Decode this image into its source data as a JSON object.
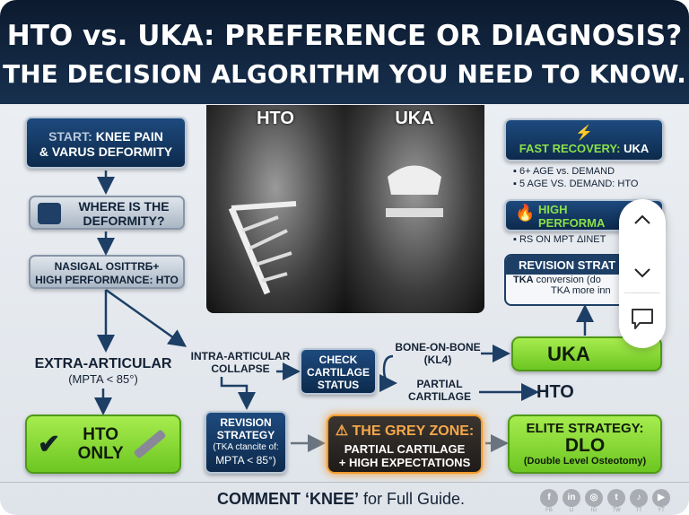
{
  "title": {
    "line1": "HTO vs. UKA: PREFERENCE OR DIAGNOSIS?",
    "line2": "THE DECISION ALGORITHM YOU NEED TO KNOW."
  },
  "xrays": {
    "left": "HTO",
    "right": "UKA"
  },
  "flow": {
    "start_prefix": "START:",
    "start_rest": "KNEE PAIN",
    "start_line2": "& VARUS DEFORMITY",
    "where": "WHERE IS THE DEFORMITY?",
    "nasigal_line1": "NASIGAL OSITTRБ+",
    "nasigal_line2": "HIGH PERFORMANCE: HTO",
    "extra": "EXTRA-ARTICULAR",
    "extra_sub": "(MPTA < 85°)",
    "hto_only": "HTO ONLY",
    "intra": "INTRA-ARTICULAR COLLAPSE",
    "check": "CHECK CARTILAGE STATUS",
    "bone": "BONE-ON-BONE (KL4)",
    "partial": "PARTIAL CARTILAGE",
    "uka": "UKA",
    "hto": "HTO",
    "revision_title": "REVISION STRATEGY",
    "revision_sub1": "(TKA ctancite of:",
    "revision_sub2": "MPTA < 85°)",
    "grey_title": "THE GREY ZONE:",
    "grey_line1": "PARTIAL CARTILAGE",
    "grey_line2": "+ HIGH EXPECTATIONS",
    "elite_title": "ELITE STRATEGY:",
    "elite_main": "DLO",
    "elite_sub": "(Double Level Osteotomy)"
  },
  "side": {
    "fast_prefix": "FAST RECOVERY:",
    "fast_suffix": "UKA",
    "fast_bullets": [
      "6+ AGE vs. DEMAND",
      "5 AGE VS. DEMAND: HTO"
    ],
    "high": "HIGH PERFORMA",
    "high_bullet": "RS ON MPT ΔINET",
    "rev_title": "REVISION STRAT",
    "rev_line1_bold": "TKA",
    "rev_line1": " conversion (do",
    "rev_line2": "TKA more inn"
  },
  "footer": {
    "bold": "COMMENT ‘KNEE’",
    "rest": " for Full Guide."
  },
  "social": [
    {
      "icon": "f",
      "label": "FB"
    },
    {
      "icon": "in",
      "label": "LI"
    },
    {
      "icon": "◎",
      "label": "IG"
    },
    {
      "icon": "t",
      "label": "TW"
    },
    {
      "icon": "♪",
      "label": "TT"
    },
    {
      "icon": "▶",
      "label": "YT"
    }
  ],
  "colors": {
    "navy": "#0d2a4c",
    "green": "#7ed321",
    "orange": "#f39a2b"
  }
}
